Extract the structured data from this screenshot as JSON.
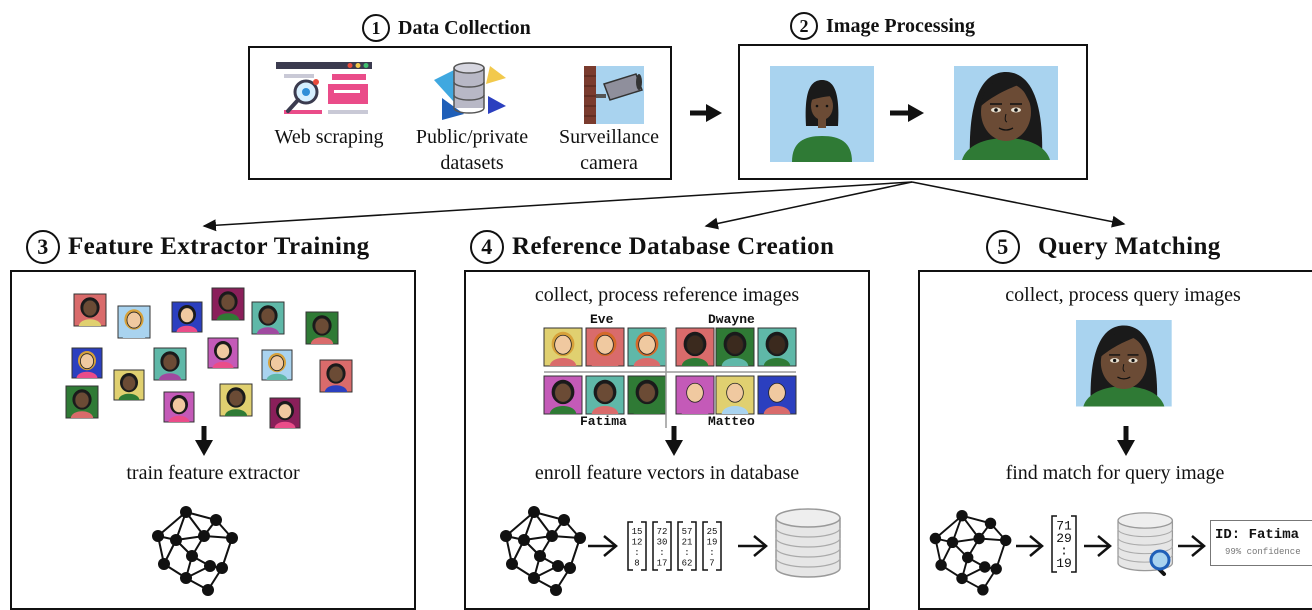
{
  "stages": {
    "data_collection": {
      "number": "1",
      "title": "Data Collection"
    },
    "image_processing": {
      "number": "2",
      "title": "Image Processing"
    },
    "feature_training": {
      "number": "3",
      "title": "Feature Extractor Training"
    },
    "reference_db": {
      "number": "4",
      "title": "Reference Database Creation"
    },
    "query_matching": {
      "number": "5",
      "title": "Query Matching"
    }
  },
  "sources": [
    {
      "line1": "Web scraping",
      "line2": "",
      "icon": "web-scraping-icon"
    },
    {
      "line1": "Public/private",
      "line2": "datasets",
      "icon": "dataset-icon"
    },
    {
      "line1": "Surveillance",
      "line2": "camera",
      "icon": "camera-icon"
    }
  ],
  "training": {
    "caption": "train feature extractor"
  },
  "reference": {
    "caption_top": "collect, process reference images",
    "caption_bottom": "enroll feature vectors in database",
    "identities": [
      "Eve",
      "Dwayne",
      "Fatima",
      "Matteo"
    ],
    "vectors": [
      [
        "15",
        "12",
        ":",
        "8"
      ],
      [
        "72",
        "30",
        ":",
        "17"
      ],
      [
        "57",
        "21",
        ":",
        "62"
      ],
      [
        "25",
        "19",
        ":",
        "7"
      ]
    ]
  },
  "query": {
    "caption_top": "collect, process query images",
    "caption_bottom": "find match for query image",
    "vector": [
      "71",
      "29",
      ":",
      "19"
    ],
    "result_id": "ID: Fatima",
    "result_confidence": "99% confidence"
  },
  "colors": {
    "sky": "#a9d3ef",
    "skin": "#6b4b35",
    "shirt": "#2f7a35"
  }
}
